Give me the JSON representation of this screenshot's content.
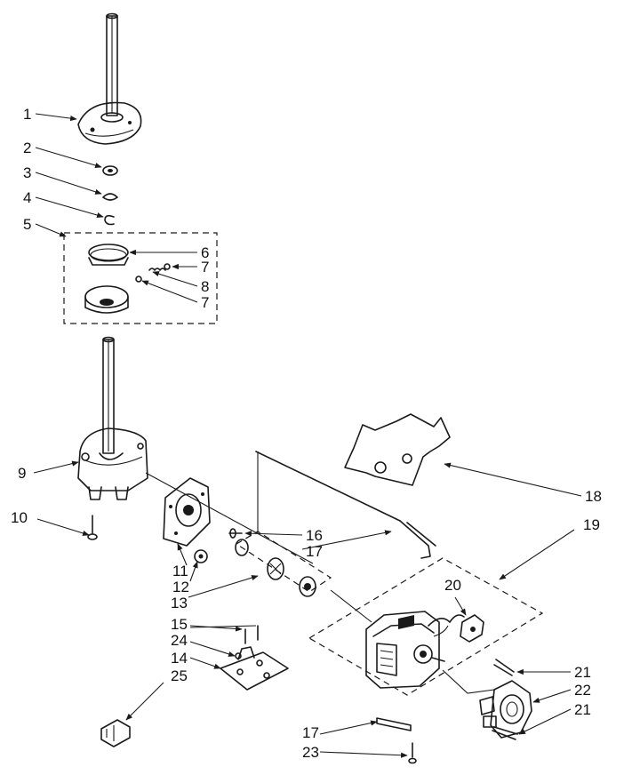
{
  "diagram": {
    "callouts": [
      {
        "id": "c1",
        "text": "1"
      },
      {
        "id": "c2",
        "text": "2"
      },
      {
        "id": "c3",
        "text": "3"
      },
      {
        "id": "c4",
        "text": "4"
      },
      {
        "id": "c5",
        "text": "5"
      },
      {
        "id": "c6",
        "text": "6"
      },
      {
        "id": "c7a",
        "text": "7"
      },
      {
        "id": "c8",
        "text": "8"
      },
      {
        "id": "c7b",
        "text": "7"
      },
      {
        "id": "c9",
        "text": "9"
      },
      {
        "id": "c10",
        "text": "10"
      },
      {
        "id": "c11",
        "text": "11"
      },
      {
        "id": "c12",
        "text": "12"
      },
      {
        "id": "c13",
        "text": "13"
      },
      {
        "id": "c14",
        "text": "14"
      },
      {
        "id": "c15",
        "text": "15"
      },
      {
        "id": "c16",
        "text": "16"
      },
      {
        "id": "c17a",
        "text": "17"
      },
      {
        "id": "c17b",
        "text": "17"
      },
      {
        "id": "c18",
        "text": "18"
      },
      {
        "id": "c19",
        "text": "19"
      },
      {
        "id": "c20",
        "text": "20"
      },
      {
        "id": "c21a",
        "text": "21"
      },
      {
        "id": "c21b",
        "text": "21"
      },
      {
        "id": "c22",
        "text": "22"
      },
      {
        "id": "c23",
        "text": "23"
      },
      {
        "id": "c24",
        "text": "24"
      },
      {
        "id": "c25",
        "text": "25"
      }
    ]
  }
}
